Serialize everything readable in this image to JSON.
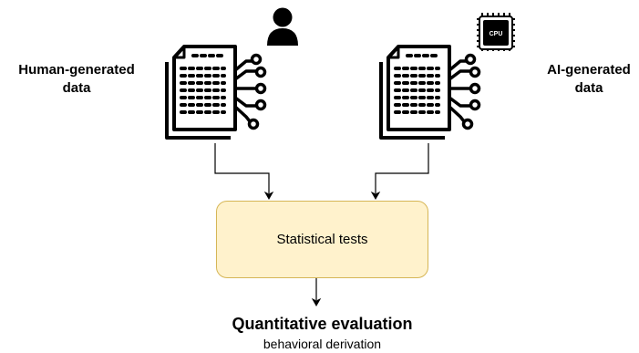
{
  "left_source": {
    "label_line1": "Human-generated",
    "label_line2": "data",
    "icon": "person-icon"
  },
  "right_source": {
    "label_line1": "AI-generated",
    "label_line2": "data",
    "icon": "cpu-chip-icon",
    "chip_text": "CPU"
  },
  "process": {
    "label": "Statistical tests",
    "fill_color": "#fff2cc",
    "border_color": "#d6b656"
  },
  "output": {
    "title": "Quantitative evaluation",
    "subtitle": "behavioral derivation"
  },
  "document_icon": "document-network-icon"
}
